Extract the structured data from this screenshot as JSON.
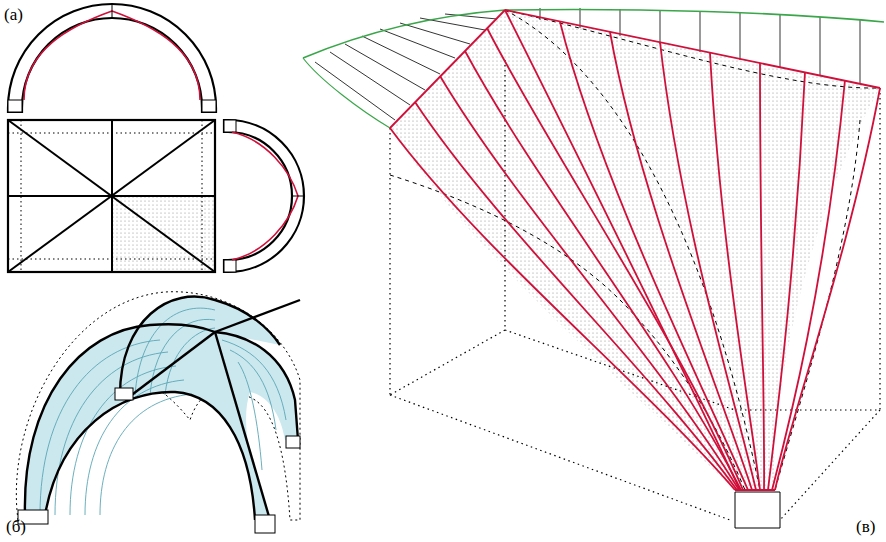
{
  "diagram": {
    "labels": [
      "(а)",
      "(б)",
      "(в)"
    ]
  }
}
